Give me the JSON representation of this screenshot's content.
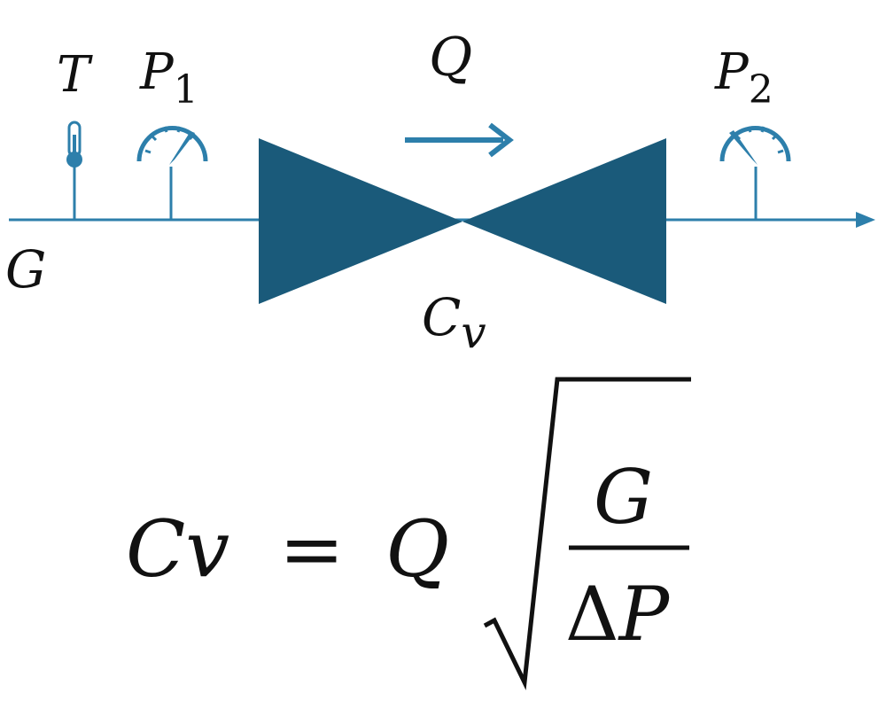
{
  "diagram": {
    "labels": {
      "temperature": "T",
      "p1_base": "P",
      "p1_sub": "1",
      "flow": "Q",
      "p2_base": "P",
      "p2_sub": "2",
      "gravity": "G",
      "cv_base": "C",
      "cv_sub": "v"
    },
    "icons": [
      "thermometer-icon",
      "pressure-gauge-icon",
      "flow-arrow-icon",
      "valve-icon"
    ],
    "colors": {
      "pipe": "#2d7fab",
      "valve": "#1a5a7a",
      "text": "#111111"
    }
  },
  "equation": {
    "lhs": "Cv",
    "equals": "=",
    "q": "Q",
    "numerator": "G",
    "delta": "Δ",
    "denominator_var": "P"
  }
}
